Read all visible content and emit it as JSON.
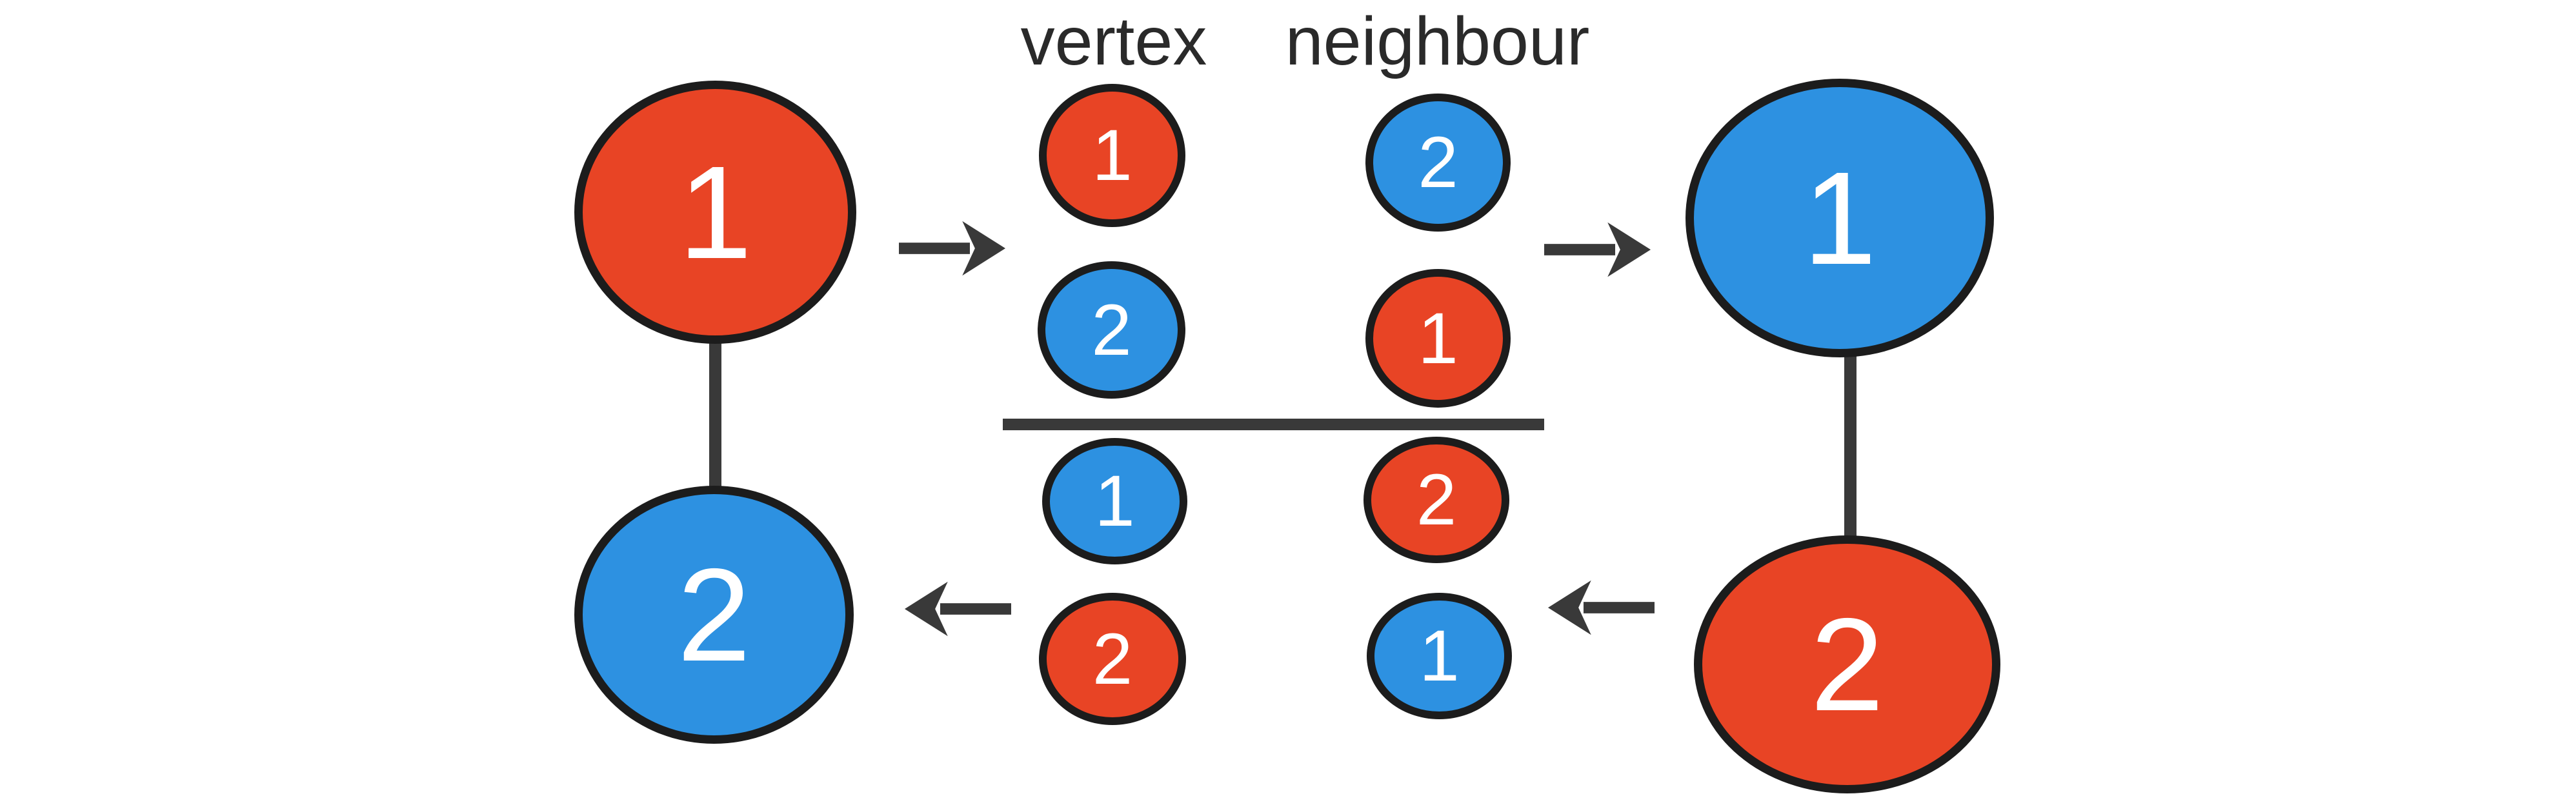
{
  "colors": {
    "red": "#E84425",
    "blue": "#2D91E1",
    "outline": "#1C1C1C",
    "line": "#393939",
    "header_text": "#2A2A2A",
    "digit": "#FFFFFF",
    "background": "#FFFFFF"
  },
  "left_graph": {
    "description": "graph before message passing",
    "nodes": [
      {
        "label": "1",
        "color": "red",
        "fill": "#E84425"
      },
      {
        "label": "2",
        "color": "blue",
        "fill": "#2D91E1"
      }
    ]
  },
  "right_graph": {
    "description": "graph after message passing",
    "nodes": [
      {
        "label": "1",
        "color": "blue",
        "fill": "#2D91E1"
      },
      {
        "label": "2",
        "color": "red",
        "fill": "#E84425"
      }
    ]
  },
  "table": {
    "headers": {
      "vertex": "vertex",
      "neighbour": "neighbour"
    },
    "rows_top": [
      {
        "vertex": {
          "label": "1",
          "color": "red",
          "fill": "#E84425"
        },
        "neighbour": {
          "label": "2",
          "color": "blue",
          "fill": "#2D91E1"
        }
      },
      {
        "vertex": {
          "label": "2",
          "color": "blue",
          "fill": "#2D91E1"
        },
        "neighbour": {
          "label": "1",
          "color": "red",
          "fill": "#E84425"
        }
      }
    ],
    "rows_bottom": [
      {
        "vertex": {
          "label": "1",
          "color": "blue",
          "fill": "#2D91E1"
        },
        "neighbour": {
          "label": "2",
          "color": "red",
          "fill": "#E84425"
        }
      },
      {
        "vertex": {
          "label": "2",
          "color": "red",
          "fill": "#E84425"
        },
        "neighbour": {
          "label": "1",
          "color": "blue",
          "fill": "#2D91E1"
        }
      }
    ]
  },
  "arrows": [
    {
      "direction": "right",
      "from": "left-graph",
      "to": "table"
    },
    {
      "direction": "right",
      "from": "table",
      "to": "right-graph"
    },
    {
      "direction": "left",
      "from": "table",
      "to": "left-graph"
    },
    {
      "direction": "left",
      "from": "right-graph",
      "to": "table"
    }
  ]
}
